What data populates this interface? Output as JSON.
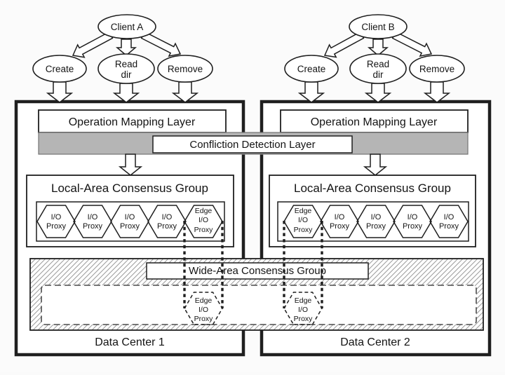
{
  "clients": {
    "a": {
      "label": "Client A",
      "ops": {
        "create": "Create",
        "read": {
          "line1": "Read",
          "line2": "dir"
        },
        "remove": "Remove"
      }
    },
    "b": {
      "label": "Client B",
      "ops": {
        "create": "Create",
        "read": {
          "line1": "Read",
          "line2": "dir"
        },
        "remove": "Remove"
      }
    }
  },
  "layers": {
    "operation_mapping_1": "Operation Mapping Layer",
    "operation_mapping_2": "Operation Mapping Layer",
    "confliction_detection": "Confliction Detection Layer"
  },
  "local_groups": {
    "left": {
      "title": "Local-Area Consensus Group",
      "proxies": [
        {
          "line1": "I/O",
          "line2": "Proxy"
        },
        {
          "line1": "I/O",
          "line2": "Proxy"
        },
        {
          "line1": "I/O",
          "line2": "Proxy"
        },
        {
          "line1": "I/O",
          "line2": "Proxy"
        },
        {
          "line1": "Edge",
          "line2": "I/O",
          "line3": "Proxy"
        }
      ]
    },
    "right": {
      "title": "Local-Area Consensus Group",
      "proxies": [
        {
          "line1": "Edge",
          "line2": "I/O",
          "line3": "Proxy"
        },
        {
          "line1": "I/O",
          "line2": "Proxy"
        },
        {
          "line1": "I/O",
          "line2": "Proxy"
        },
        {
          "line1": "I/O",
          "line2": "Proxy"
        },
        {
          "line1": "I/O",
          "line2": "Proxy"
        }
      ]
    }
  },
  "wide_area": {
    "title": "Wide-Area Consensus Group",
    "edge_proxies": [
      {
        "line1": "Edge",
        "line2": "I/O",
        "line3": "Proxy"
      },
      {
        "line1": "Edge",
        "line2": "I/O",
        "line3": "Proxy"
      }
    ]
  },
  "data_centers": {
    "dc1": "Data Center 1",
    "dc2": "Data Center 2"
  },
  "colors": {
    "band_gray": "#b5b5b5",
    "diagram_line": "#1f1f1f",
    "hatch_line": "#9b9b9b",
    "page_background": "#fafafa"
  }
}
